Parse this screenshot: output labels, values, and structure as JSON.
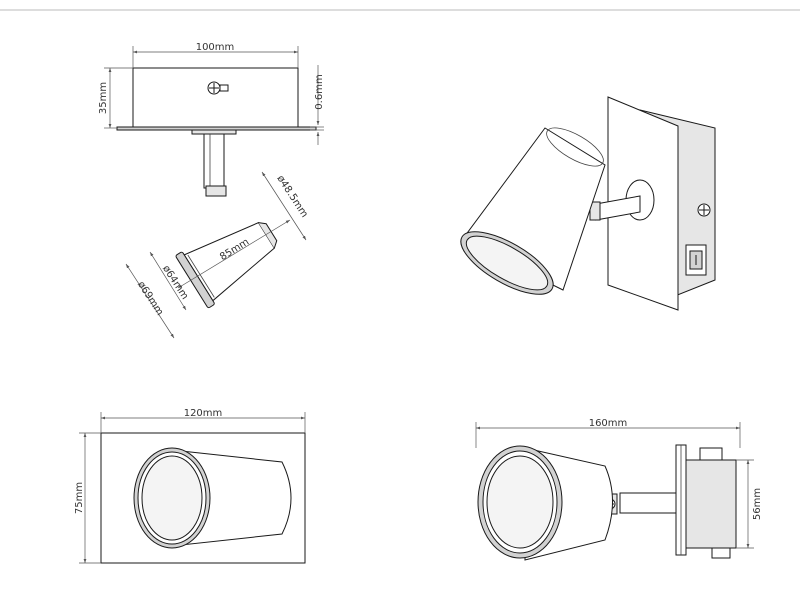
{
  "colors": {
    "line": "#1a1a1a",
    "dimension": "#555555",
    "text": "#333333",
    "border": "#bbbbbb"
  },
  "views": {
    "side": {
      "width": "100mm",
      "height": "35mm",
      "plate_thickness": "0.6mm",
      "head_diameter_small": "ø48.5mm",
      "head_length": "85mm",
      "head_diameter_inner": "ø64mm",
      "head_diameter_outer": "ø69mm"
    },
    "top": {
      "width": "120mm",
      "height": "75mm"
    },
    "front": {
      "width": "160mm",
      "height": "56mm"
    }
  }
}
